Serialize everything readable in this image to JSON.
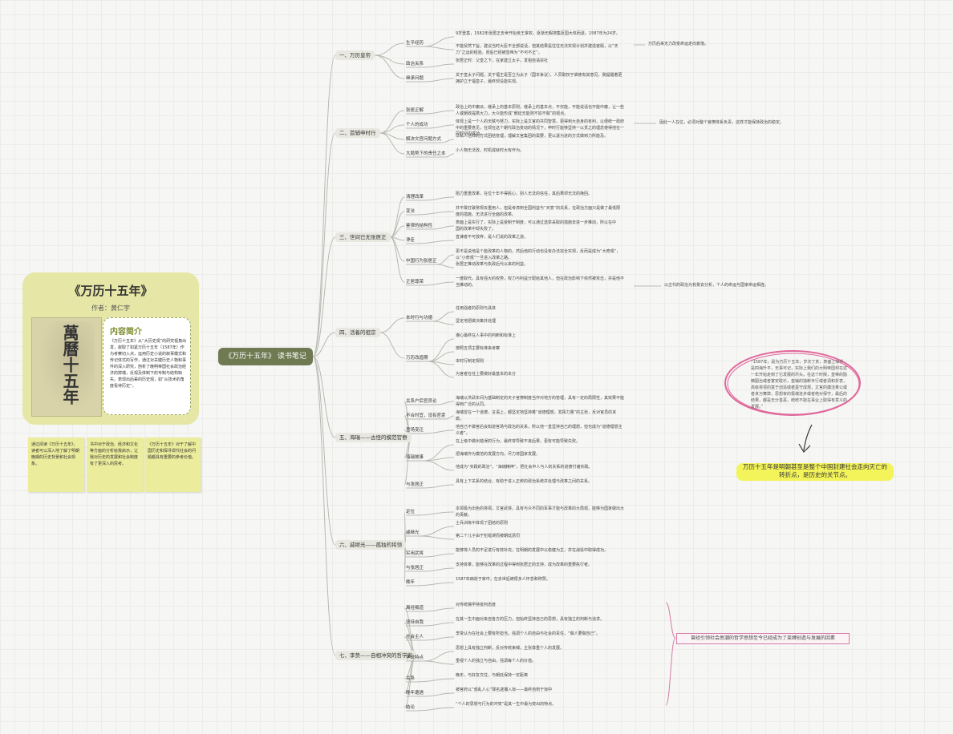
{
  "card": {
    "title": "《万历十五年》",
    "author": "作者：黄仁宇",
    "cover_text": "萬曆十五年",
    "intro_heading": "内容简介",
    "intro_body": "《万历十五年》从“大历史观”的研究视角出发，叙取了如紧万历十五年（1587年）作为考察切入点，运用历史小说的叙事模式和传记体式的写作，通过对关键历史人物和事件的深入研究，剖析了晚明帝国社会政治经济的弊端，反观及体制下的专制与结构缺失，表现出后辈的历史观，如“从技术的角度看待历史”。"
  },
  "stickies": [
    "通过阅读《万历十五年》，读者可以深入地了解了明朝晚期的历史背景和社会现象。",
    "书中对于政治、经济和文化等方面的分析给我启示，让我对历史的发展和社会制度有了更深入的思考。",
    "《万历十五年》对于了解中国历史和探寻现代社会的问题都具有重要的参考价值。"
  ],
  "root": "《万历十五年》 读书笔记",
  "chapters": [
    {
      "label": "一、万历皇帝",
      "subs": [
        {
          "label": "生平经历",
          "leaves": [
            "9岁登基，1582年张居正去世开始亲王掌权，逐渐无暇搜集臣国大体而退，1587年为24岁。",
            "不能贸然下旨，建议当时大臣不全部说话，但其结果是往往无法实现计划并建造宫殿，以“天力”之运的经验，而后已经被皇帝为“不可不正”。"
          ]
        },
        {
          "label": "政治关系",
          "leaves": [
            "张居正时：父皇之下，在家建立太子，发祖自请宗社"
          ]
        },
        {
          "label": "继承问题",
          "leaves": [
            "关于皇太子问题，关于福王是否立为太子（国本争议），人员取权于谁使有其意见，我提醒着更拥护立于福皇子，最终却没能实现。"
          ]
        }
      ]
    },
    {
      "label": "二、首辅申时行",
      "subs": [
        {
          "label": "张居正解",
          "leaves": [
            "政治上的中庸派，继承上的基本原则，继承上的基本点，不仅能，不能说话也不能中庸，让一些人或朝政提携大力，大众能形成“朝廷无能则不如不做”的观点。"
          ]
        },
        {
          "label": "个人的成功",
          "leaves": [
            "体现上是一个人的天赋与努力，实际上是文官的共同智慧，更得到大自身的有利，以便统一政府中的重要意见，在现在这个朝代政治变动的情况下，申时行能够坚持一以贯之的理念使得他在一段时间内成功。"
          ]
        },
        {
          "label": "解决文官问题方式",
          "leaves": [
            "以私人信仰的方式团结管理，理解文官集团的需要，更以退为进的方式做到力所能及。"
          ]
        },
        {
          "label": "大局势下的责任之本",
          "leaves": [
            "小人物无法改，时机成就时大有作为。"
          ]
        }
      ]
    },
    {
      "label": "三、世间已无张居正",
      "subs": [
        {
          "label": "清理改革",
          "leaves": [
            "阻力重重改革，在位十年不得民心，别人无法的信任，其后果却无法的挽回。"
          ]
        },
        {
          "label": "变法",
          "leaves": [
            "并不敢打破常规去重用人，但是考虑到全国利益与“天意”的关系，在政治方面只是做了最低限度的措施，无法进行全面的改革。"
          ]
        },
        {
          "label": "鉴律的结构性",
          "leaves": [
            "表面上是实行了，实际上是受制于制度，可以通过选举采取的措施去进一步推动，所以在中国的改革中却失败了。"
          ]
        },
        {
          "label": "诤臣",
          "leaves": [
            "直谏者不可放弃，是人们说的改革之道。"
          ]
        },
        {
          "label": "中国行为张居正",
          "leaves": [
            "更不是说他是个能改革的人物的，然后他的行动也没有办法完全实现，反而是成为“大奇观”，以“小奇观”一旦进入改革之路。",
            "张居正推动改革与执政后代以来的利益。"
          ]
        },
        {
          "label": "正居尊荣",
          "leaves": [
            "一度取代，具有强大的权势，权力与利益分配给其他人，但在政治影响下依然被攻击，并是他不当推动的。"
          ]
        }
      ]
    },
    {
      "label": "四、活着的祖宗",
      "subs": [
        {
          "label": "本时行与功德",
          "leaves": [
            "任用强者的原则与具体",
            "坚定地把做决策并处理"
          ]
        },
        {
          "label": "万历改造期",
          "leaves": [
            "遵心最终在人事中的判断和标准上",
            "按照五项主要标准来考察",
            "本时行制定规则",
            "为官者在任上要做好最基本的本分"
          ]
        }
      ]
    },
    {
      "label": "五、海瑞——古怪的模范官僚",
      "subs": [
        {
          "label": "关系户后官员论",
          "leaves": [
            "海瑞以洪武年间为基础制定的天子官僚制度当作对地方的管理，具有一定的局限性，其效果不能得到广泛的认同。"
          ]
        },
        {
          "label": "不合时宜，没有官吏",
          "leaves": [
            "海瑞曾在一个道德，言语上，都坚定地坚持着“道德理想，发挥力量”的主张，反对官员的贪腐。"
          ]
        },
        {
          "label": "官场变迁",
          "leaves": [
            "他自己不做官后会知道官场与政治的关系，所以他一直坚持自己的理想，但也成为“道德理想主义者”。"
          ]
        },
        {
          "label": "海瑞故事",
          "leaves": [
            "在上级中做出错误的行为，最终将导致不良后果，更有可能导致失败。",
            "把海瑞作为模范的发展方向，尽力将国家发展。",
            "他成为“实践的政治”，“海瑞精神”，把社会中人与人的关系的道德付诸实践。"
          ]
        },
        {
          "label": "与张居正",
          "leaves": [
            "具有上下关系的结合，有助于进入正统的政治系统并处理与改革之间的关系。"
          ]
        }
      ]
    },
    {
      "label": "六、戚继光——孤独的将领",
      "subs": [
        {
          "label": "定位",
          "leaves": [
            "本领极为出色的将领，文官武将，具有与众不同的军事才能与改革的大局观，能够为国家做出大的贡献。"
          ]
        },
        {
          "label": "戚继光",
          "leaves": [
            "士兵训练中体现了团结的原则",
            "第二个儿子由于犯错误而被朝廷惩罚"
          ]
        },
        {
          "label": "实用武将",
          "leaves": [
            "能够将人员的不足进行有效补充，在明朝的发展中以稳健为主，并在战役中取得成功。"
          ]
        },
        {
          "label": "与张居正",
          "leaves": [
            "支持变革，能够在改革的过程中得到张居正的支持，成为改革的重要执行者。"
          ]
        },
        {
          "label": "晚年",
          "leaves": [
            "1587年病逝于家中，在去世后被很多人怀念和称赞。"
          ]
        }
      ]
    },
    {
      "label": "七、李贽——自相冲突的哲学家",
      "subs": [
        {
          "label": "离经叛道",
          "leaves": [
            "对传统儒学持批判态度"
          ]
        },
        {
          "label": "坚持自我",
          "leaves": [
            "在其一生中面对来自各方的压力，但始终坚持自己的思想，具有独立的判断与追求。"
          ]
        },
        {
          "label": "社会主人",
          "leaves": [
            "李贽认为在社会上要有所担当，强调个人的自由与社会的责任，“做人要做自己”。"
          ]
        },
        {
          "label": "学说特点",
          "leaves": [
            "思想上具有独立判断，反对传统束缚，主张尊重个人的发展。",
            "重视个人的独立与自由，强调每个人的价值。"
          ]
        },
        {
          "label": "关系",
          "leaves": [
            "晚年，与好友交往，与朝廷保持一定距离"
          ]
        },
        {
          "label": "晚年遭遇",
          "leaves": [
            "被官府以“惑乱人心”罪名逮捕入狱——最终自刎于狱中"
          ]
        },
        {
          "label": "结论",
          "leaves": [
            "“个人的思想与行为的冲突”是其一生中最为突出的特点。"
          ]
        }
      ]
    }
  ],
  "side_notes": {
    "emperor": "万历后来无力改变命运走向衰落。",
    "shixing": "因此一人在位，必须对整个官僚体系负责，这样才能保持政治的稳定。",
    "zhengju": "以古代的政治为背景去分析，个人的命运与国家命运相连。"
  },
  "callout_note": "“1587年，是为万历十五年，岁次丁亥，表面上似乎是四海升平，无事可记，实际上我们的大明帝国却在这一年开始走到了它发展的尽头。在这个时候，皇帝的励精图治或者宴安耽乐，首辅的独断专行或者调和折衷，高级将领的富于创造或者墨守成规，文官的廉洁奉公或者贪污舞弊，思想家的极端进步或者绝对保守，最后的结果，都是无分善恶，统统不能在事业上取得有意义的发展。”",
  "highlight": "万历十五年是明朝甚至是整个中国封建社会走向灭亡的转折点，是历史的关节点。",
  "pink_box": "曾经引领社会思潮的哲学思想至今已经成为了束缚创造与发展的因素"
}
